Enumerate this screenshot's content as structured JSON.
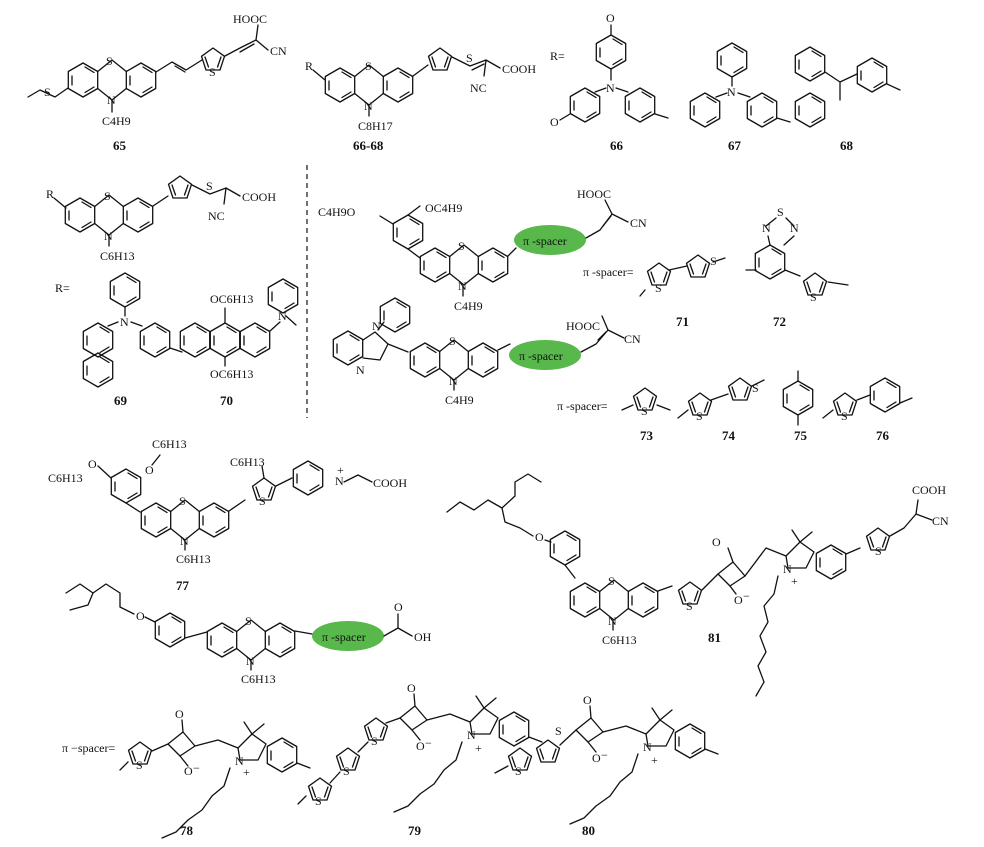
{
  "atoms": {
    "S": "S",
    "N": "N",
    "O": "O",
    "C": "C",
    "H": "H",
    "hooc": "HOOC",
    "cn": "CN",
    "nc": "NC",
    "cooh": "COOH",
    "oh": "OH",
    "c4h9": "C4H9",
    "c8h17": "C8H17",
    "c6h13": "C6H13",
    "oc4h9": "OC4H9",
    "c4h9o": "C4H9O",
    "oc6h13": "OC6H13",
    "c6h13o": "C6H13O",
    "plus": "+",
    "minus": "−",
    "neg": "-"
  },
  "labels": {
    "r_eq": "R=",
    "pi_spacer": "π -spacer",
    "pi_spacer_eq": "π -spacer=",
    "pi_spacer_eq2": "π −spacer="
  },
  "compounds": {
    "c65": "65",
    "c66_68": "66-68",
    "c66": "66",
    "c67": "67",
    "c68": "68",
    "c69": "69",
    "c70": "70",
    "c71": "71",
    "c72": "72",
    "c73": "73",
    "c74": "74",
    "c75": "75",
    "c76": "76",
    "c77": "77",
    "c78": "78",
    "c79": "79",
    "c80": "80",
    "c81": "81"
  },
  "colors": {
    "pill": "#58b84c",
    "ink": "#111111",
    "background": "#ffffff"
  }
}
